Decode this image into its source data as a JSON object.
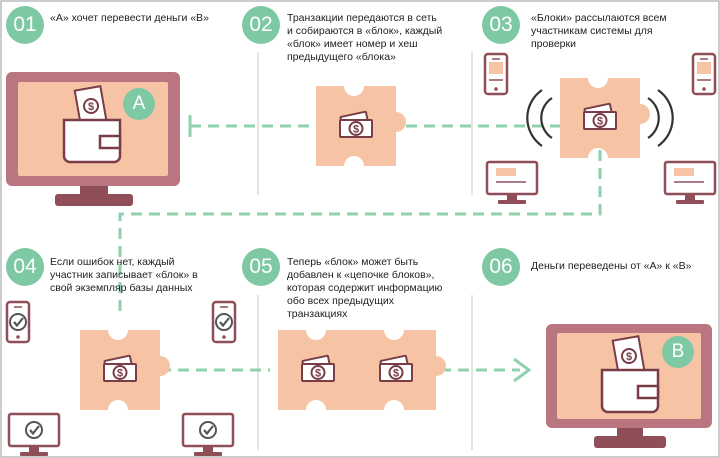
{
  "steps": [
    {
      "num": "01",
      "caption": "«А» хочет перевести деньги «В»"
    },
    {
      "num": "02",
      "caption": "Транзакции передаются в сеть и собираются в «блок», каждый «блок» имеет номер и хеш предыдущего «блока»"
    },
    {
      "num": "03",
      "caption": "«Блоки» рассылаются всем участникам системы для проверки"
    },
    {
      "num": "04",
      "caption": "Если ошибок нет, каждый участник записывает «блок» в свой экземпляр базы данных"
    },
    {
      "num": "05",
      "caption": "Теперь «блок» может быть добавлен к «цепочке блоков», которая содержит информацию обо всех предыдущих транзакциях"
    },
    {
      "num": "06",
      "caption": "Деньги переведены от «А» к «В»"
    }
  ],
  "parties": {
    "sender": "A",
    "receiver": "B"
  },
  "icons": {
    "money": "dollar-icon",
    "check": "checkmark-icon"
  },
  "colors": {
    "monitor": "#b97680",
    "block": "#f6c4a4",
    "accent": "#7fc8a4",
    "line": "#8fd1ad"
  }
}
